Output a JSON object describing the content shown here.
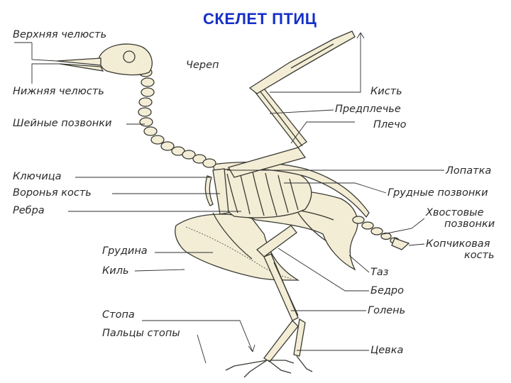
{
  "title": "СКЕЛЕТ ПТИЦ",
  "labels": {
    "upper_jaw": "Верхняя челюсть",
    "lower_jaw": "Нижняя челюсть",
    "neck_vertebrae": "Шейные позвонки",
    "skull": "Череп",
    "hand": "Кисть",
    "forearm": "Предплечье",
    "humerus": "Плечо",
    "clavicle": "Ключица",
    "coracoid": "Воронья кость",
    "ribs": "Ребра",
    "scapula": "Лопатка",
    "thoracic_vertebrae": "Грудные позвонки",
    "tail_vertebrae_1": "Хвостовые",
    "tail_vertebrae_2": "позвонки",
    "pygostyle_1": "Копчиковая",
    "pygostyle_2": "кость",
    "sternum": "Грудина",
    "keel": "Киль",
    "pelvis": "Таз",
    "femur": "Бедро",
    "tibia": "Голень",
    "foot": "Стопа",
    "toes": "Пальцы стопы",
    "tarsus": "Цевка"
  }
}
